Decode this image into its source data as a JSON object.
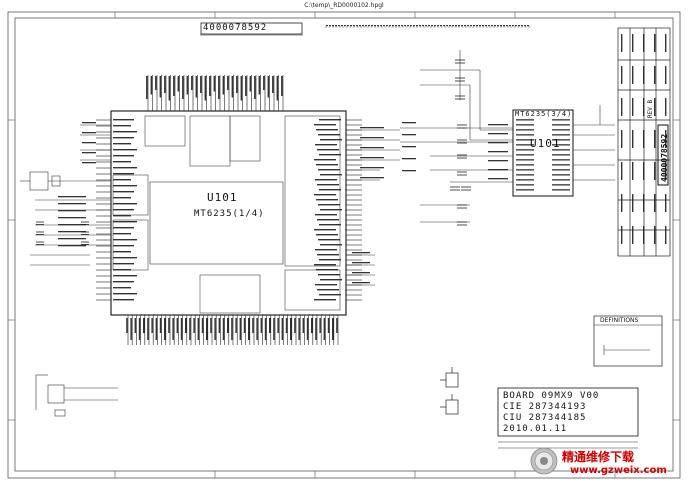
{
  "window_title": "C:\\temp\\_RD0000102.hpgl",
  "top_part_number": "4000078592",
  "main_chip": {
    "ref": "U101",
    "name": "MT6235(1/4)"
  },
  "second_chip": {
    "ref": "U101",
    "name": "MT6235(3/4)"
  },
  "board_info": {
    "board": "BOARD 09MX9 V00",
    "cie": "CIE 287344193",
    "ciu": "CIU 287344185",
    "date": "2010.01.11"
  },
  "definitions": {
    "title": "DEFINITIONS"
  },
  "title_block": {
    "part_number": "4000078592",
    "rev": "REV B"
  },
  "watermark": {
    "text": "精通维修下载",
    "url": "www.gzweix.com"
  },
  "colors": {
    "line": "#333333",
    "watermark": "#d40000"
  }
}
